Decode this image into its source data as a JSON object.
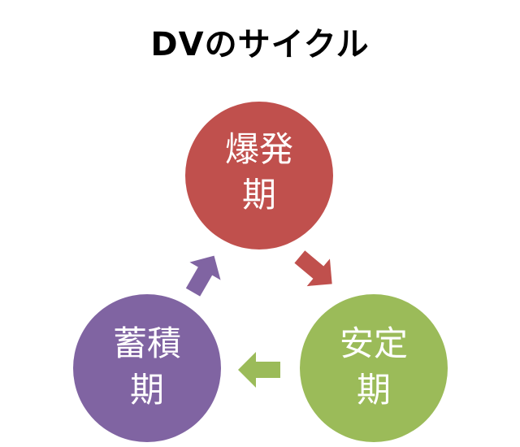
{
  "title": "DVのサイクル",
  "nodes": [
    {
      "id": "explosion",
      "line1": "爆発",
      "line2": "期",
      "color": "#c0504d"
    },
    {
      "id": "stable",
      "line1": "安定",
      "line2": "期",
      "color": "#9bbb59"
    },
    {
      "id": "accumulation",
      "line1": "蓄積",
      "line2": "期",
      "color": "#8064a2"
    }
  ]
}
